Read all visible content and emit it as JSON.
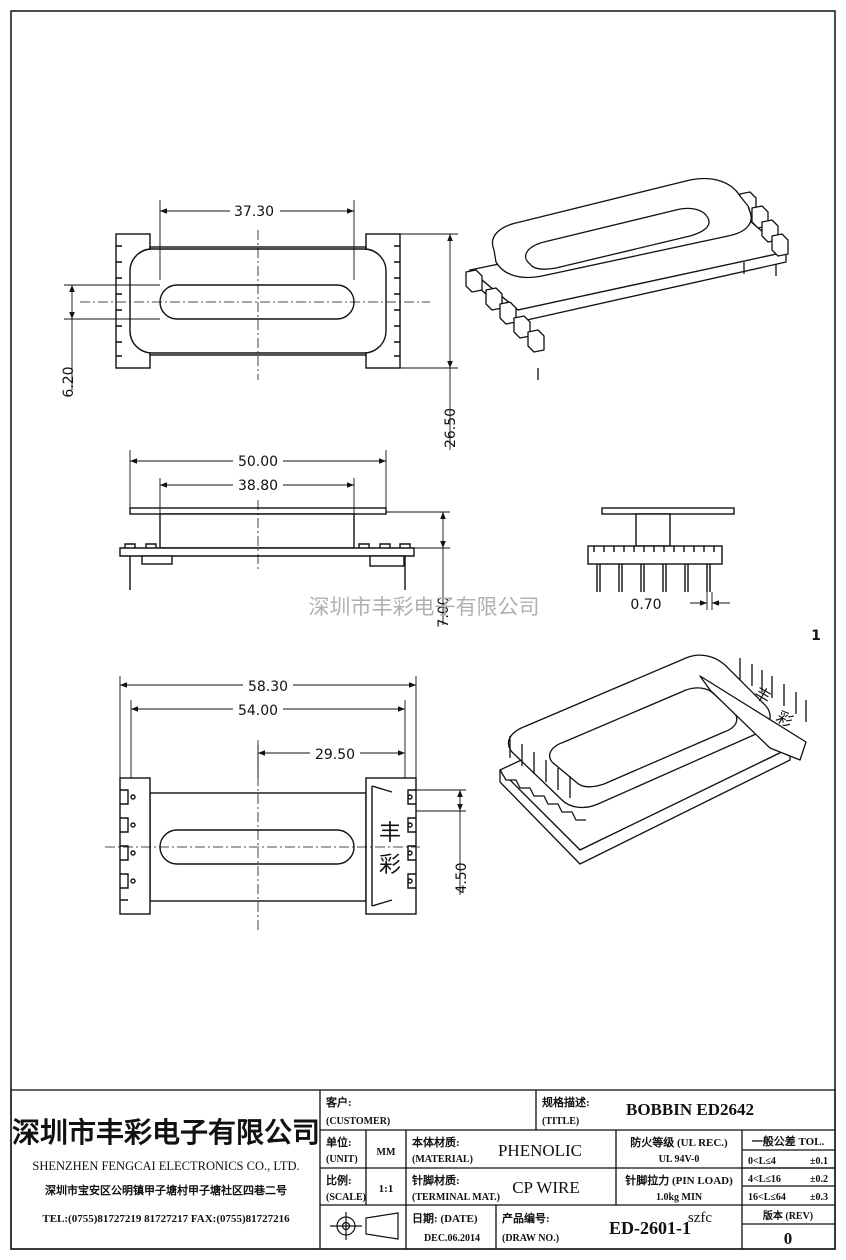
{
  "company": {
    "name_cn": "深圳市丰彩电子有限公司",
    "name_en": "SHENZHEN FENGCAI ELECTRONICS CO., LTD.",
    "address": "深圳市宝安区公明镇甲子塘村甲子塘社区四巷二号",
    "contact": "TEL:(0755)81727219  81727217    FAX:(0755)81727216"
  },
  "watermark": "深圳市丰彩电子有限公司",
  "corner_mark": "1",
  "dimensions": {
    "top_width": "37.30",
    "top_slot": "6.20",
    "top_height": "26.50",
    "side_total": "50.00",
    "side_inner": "38.80",
    "side_height": "7.00",
    "end_pitch": "0.70",
    "bottom_total": "58.30",
    "bottom_inner": "54.00",
    "bottom_offset": "29.50",
    "bottom_pin": "4.50"
  },
  "bobbin_mark": [
    "丰",
    "彩"
  ],
  "title_block": {
    "customer_cn": "客户:",
    "customer_en": "(CUSTOMER)",
    "title_cn": "规格描述:",
    "title_en": "(TITLE)",
    "title_value": "BOBBIN ED2642",
    "unit_cn": "单位:",
    "unit_en": "(UNIT)",
    "unit_value": "MM",
    "material_cn": "本体材质:",
    "material_en": "(MATERIAL)",
    "material_value": "PHENOLIC",
    "ul_cn": "防火等级 (UL REC.)",
    "ul_value": "UL 94V-0",
    "tol_cn": "一般公差 TOL.",
    "tol_rows": [
      {
        "range": "0<L≤4",
        "value": "±0.1"
      },
      {
        "range": "4<L≤16",
        "value": "±0.2"
      },
      {
        "range": "16<L≤64",
        "value": "±0.3"
      }
    ],
    "scale_cn": "比例:",
    "scale_en": "(SCALE)",
    "scale_value": "1:1",
    "terminal_cn": "针脚材质:",
    "terminal_en": "(TERMINAL MAT.)",
    "terminal_value": "CP WIRE",
    "pinload_cn": "针脚拉力 (PIN LOAD)",
    "pinload_value": "1.0kg MIN",
    "date_cn": "日期: (DATE)",
    "date_value": "DEC.06.2014",
    "drawno_cn": "产品编号:",
    "drawno_en": "(DRAW NO.)",
    "drawno_value": "ED-2601-1",
    "rev_cn": "版本 (REV)",
    "rev_value": "0",
    "site_watermark": "szfc"
  }
}
